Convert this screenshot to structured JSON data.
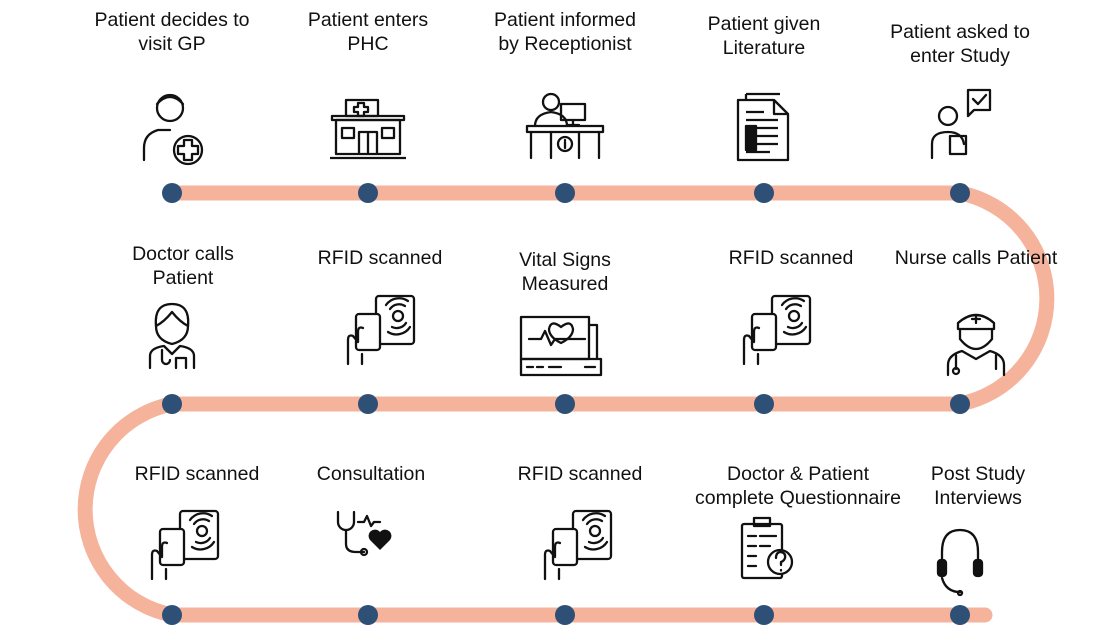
{
  "diagram": {
    "colors": {
      "path": "#f6b39c",
      "node": "#2e5077",
      "icon": "#111111",
      "heart": "#111111"
    },
    "steps": [
      {
        "lines": [
          "Patient decides to",
          "visit GP"
        ],
        "icon": "patient-plus-icon"
      },
      {
        "lines": [
          "Patient enters",
          "PHC"
        ],
        "icon": "clinic-building-icon"
      },
      {
        "lines": [
          "Patient informed",
          "by Receptionist"
        ],
        "icon": "receptionist-desk-icon"
      },
      {
        "lines": [
          "Patient given",
          "Literature"
        ],
        "icon": "document-icon"
      },
      {
        "lines": [
          "Patient asked to",
          "enter Study"
        ],
        "icon": "person-checklist-icon"
      },
      {
        "lines": [
          "Nurse calls Patient"
        ],
        "icon": "nurse-icon"
      },
      {
        "lines": [
          "RFID scanned"
        ],
        "icon": "rfid-card-icon"
      },
      {
        "lines": [
          "Vital Signs",
          "Measured"
        ],
        "icon": "vital-signs-monitor-icon"
      },
      {
        "lines": [
          "RFID scanned"
        ],
        "icon": "rfid-card-icon"
      },
      {
        "lines": [
          "Doctor calls",
          "Patient"
        ],
        "icon": "doctor-icon"
      },
      {
        "lines": [
          "RFID scanned"
        ],
        "icon": "rfid-card-icon"
      },
      {
        "lines": [
          "Consultation"
        ],
        "icon": "stethoscope-heart-icon"
      },
      {
        "lines": [
          "RFID scanned"
        ],
        "icon": "rfid-card-icon"
      },
      {
        "lines": [
          "Doctor & Patient",
          "complete Questionnaire"
        ],
        "icon": "clipboard-question-icon"
      },
      {
        "lines": [
          "Post Study",
          "Interviews"
        ],
        "icon": "headset-icon"
      }
    ]
  }
}
